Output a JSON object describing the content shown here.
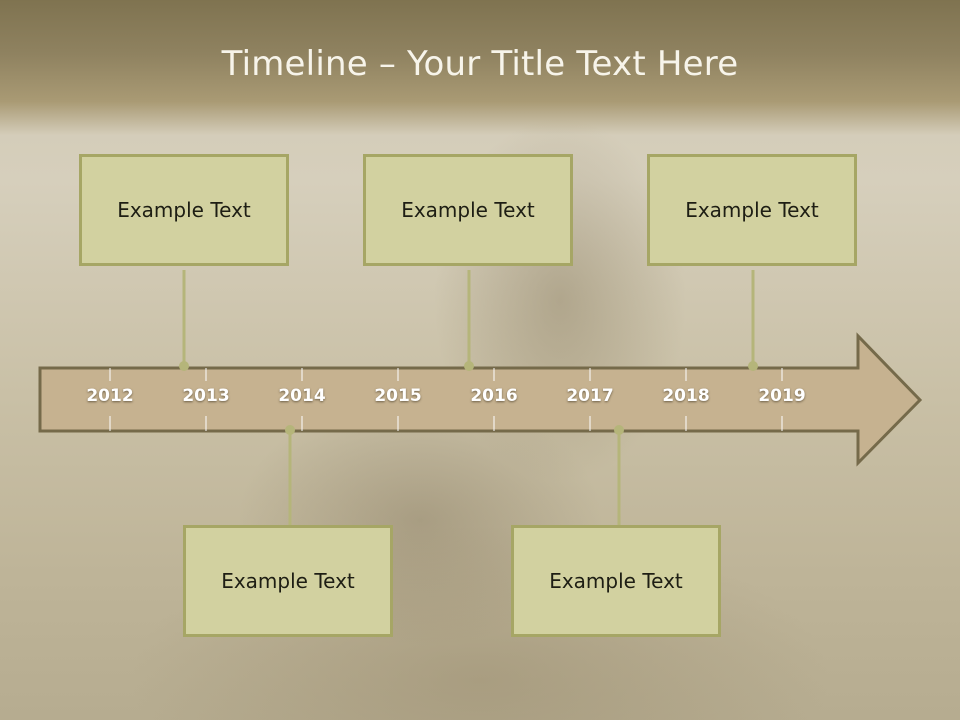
{
  "title": "Timeline – Your Title Text Here",
  "colors": {
    "arrow_fill": "#c6b290",
    "arrow_stroke": "#756a4a",
    "box_fill": "#d2d1a0",
    "box_border": "#a6a665",
    "connector": "#b5b57a"
  },
  "years": [
    "2012",
    "2013",
    "2014",
    "2015",
    "2016",
    "2017",
    "2018",
    "2019"
  ],
  "events": [
    {
      "text": "Example Text",
      "position": "above"
    },
    {
      "text": "Example Text",
      "position": "below"
    },
    {
      "text": "Example Text",
      "position": "above"
    },
    {
      "text": "Example Text",
      "position": "below"
    },
    {
      "text": "Example Text",
      "position": "above"
    }
  ]
}
